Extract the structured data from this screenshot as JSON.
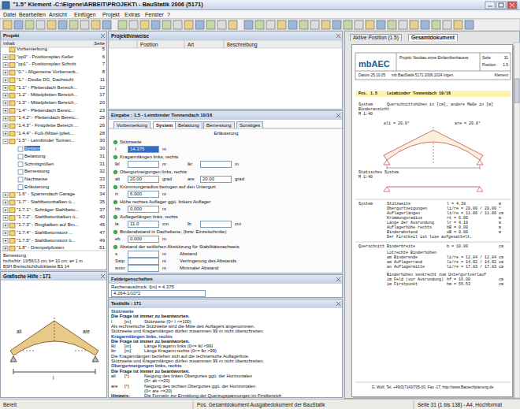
{
  "diagram": {
    "nodes": [
      {
        "text": [
          "\"1.5\" Klement -C:\\Eigene\\ARBEIT\\PROJEKT\\ - BauStatik 2006 (5171)"
        ]
      },
      {
        "text": [
          "Datei",
          "Bearbeiten",
          "Ansicht",
          "Einfügen",
          "Projekt",
          "Extras",
          "Fenster",
          "?"
        ]
      },
      {
        "text": [
          "Projekt",
          "Inhalt",
          "Seite",
          "Vorbemerkung",
          "5",
          "\"pp0\" - Positionsplan Keller",
          "6",
          "\"pp1\" - Positionsplan Schnitt",
          "7",
          "\"0.\" - Allgemeine Vorbemerk...",
          "8",
          "\"1.\" - Decke DG, Dachstuhl",
          "11",
          "\"1.1\" - Pfettendach Bereich...",
          "12",
          "\"1.2\" - Mittelpfetten Bereich...",
          "17",
          "\"1.3\" - Mittelpfetten Bereich...",
          "20",
          "\"1.4\" - Pfettendach Bereic...",
          "23",
          "\"1.4.2\" - Pfettendach Bereic...",
          "25",
          "\"1.4.3\" - Firstpfette Bereich ...",
          "26",
          "\"1.4.4\" - Fuß-(Mittel-)pfett...",
          "28",
          "\"1.5\" - Leimbinder Tonnen...",
          "30",
          "System",
          "30",
          "Belastung",
          "31",
          "Schnittgrößen",
          "31",
          "Bemessung",
          "32",
          "Nachweise",
          "33",
          "Erläuterung",
          "33",
          "\"1.6\" - Sparrendach Garage",
          "34",
          "\"1.7\" - Stahlbetonbalken ü...",
          "35",
          "\"1.7.1\" - Schräger Stahlbeto...",
          "37",
          "\"1.7.2\" - Stahlbetonbalken ü...",
          "40",
          "\"1.7.3\" - Ringbalken auf Bm...",
          "45",
          "\"1.7.4\" - Stahlbetonsturz ...",
          "47",
          "\"1.7.5\" - Stahlbetonsturz ü...",
          "49",
          "\"1.8\" - Drempelpfosten",
          "51",
          "Bemessung :",
          "hx/hs/hlz: 13/56/13 cm; b= 10 cm; a= 1 m",
          "BSH Brettschichtholzklasse BS 14"
        ]
      },
      {
        "text": [
          "Projekthinweise",
          "Position",
          "Art",
          "Beschreibung"
        ]
      },
      {
        "text": [
          "Eingabe : 1.5 - Leimbinder Tonnendach 10/16",
          "Vorbemerkung",
          "System",
          "Belastung",
          "Bemessung",
          "Sonstiges",
          "Erläuterung",
          "Stützweite",
          "l",
          "14.375",
          "m",
          "Kragarmlängen links, rechts",
          "lkl",
          "m",
          "lkr",
          "m",
          "Obergurtneigungen links, rechts",
          "ali",
          "20.00",
          "grad",
          "are",
          "20.00",
          "grad",
          "Krümmungsradius bezogen auf den Untergurt",
          "rt",
          "6.000",
          "m",
          "Höhe rechtes Auflager ggü. linkem Auflager",
          "hb",
          "0.000",
          "m",
          "Auflagerlängen links, rechts",
          "la",
          "11.0",
          "cm",
          "lb",
          "cm",
          "Binderabstand in Dachebene, (bzw. Einzelschnitte)",
          "eb",
          "0.000",
          "m",
          "Abstand der seitlichen Abstützung für Stabilitätsnachweis",
          "s",
          "m",
          "Abstand",
          "Sstp",
          "m",
          "Verringerung des Abstands",
          "smin",
          "m",
          "Minimaler Abstand"
        ]
      },
      {
        "text": [
          "Feldeigenschaften",
          "Rechenausdruck: l[m] = 4.375",
          "4.264-1/10*2"
        ]
      },
      {
        "text": [
          "Texthilfe : 171",
          "Stützweite",
          "Die Frage ist immer zu beantworten.",
          "l",
          "[m]",
          "Stützweite (0< l <=100)",
          "Als rechnerische Stützweite wird die Mitte des Auflagers angenommen.",
          "Stützweite und Kragarmlängen dürfen zusammen 99 m nicht überschreiten.",
          "Kragarmlängen links, rechts",
          "Die Frage ist immer zu beantworten.",
          "lkl",
          "[m]",
          "Länge Kragarm links (0<= lkl <99)",
          "lkr",
          "[m]",
          "Länge Kragarm rechts (0<= lkr <99)",
          "Die Kragarmlängen beziehen sich auf die rechnerische Auflagerlinie.",
          "Stützweite und Kragarmlängen dürfen zusammen 99 m nicht überschreiten.",
          "Obergurtneigungen links, rechts",
          "Die Frage ist immer zu beantworten.",
          "ali",
          "[°]",
          "Neigung des linken Obergurtes ggü. der Horizontalen",
          "(0< ali <=20)",
          "are",
          "[°]",
          "Neigung des rechten Obergurtes ggü. der Horizontalen",
          "(0< are <=20)",
          "Hinweis:",
          "Die Formeln zur Ermittlung der Querzugspannungen im Firstbereich"
        ]
      },
      {
        "text": [
          "Grafische Hilfe : 171",
          "ali",
          "are",
          "l"
        ]
      },
      {
        "text": [
          "Aktive Position (1.5)",
          "Gesamtdokument"
        ]
      },
      {
        "text": [
          "mbAEC",
          "Projekt: Neubau eines Einfamilienhauses",
          "Seite",
          "31",
          "Position",
          "1.5",
          "Datum 25.10.05",
          "mb BauStatik 5171 2006.1024 Ingen.",
          "Klement",
          "Pos. 1.5",
          "Leimbinder Tonnendach 10/16",
          "System",
          "Querschnittshöhen in [cm], andere Maße in [m]",
          "Binderansicht",
          "M 1:40",
          "ali = 20.0°",
          "are = 20.0°",
          "Statisches System",
          "M 1:40",
          "System",
          "Stützweite",
          "l = 4.38",
          "m",
          "Obergurtneigungen",
          "li/re = 20.00 / 20.00",
          "°",
          "Auflagerlängen",
          "li/re = 11.00 / 11.00",
          "cm",
          "Krümmungsradius",
          "rt = 6.00",
          "m",
          "Länge der Ausrundung",
          "lr = 4.10",
          "m",
          "Auflagerhöhe rechts",
          "hB = 0.00",
          "m",
          "Binderabstand",
          "eB = 0.00",
          "m",
          "Der Firstkeil ist lose aufgesattelt.",
          "Querschnitt",
          "Binderbreite",
          "b = 10.00",
          "cm",
          "Lotrechte Binderhöhen",
          "am Binderende",
          "li/re = 12.84 / 12.84",
          "cm",
          "am Auflagerrand",
          "li/re = 14.92 / 14.92",
          "cm",
          "an Auflagermitte",
          "li/re = 17.83 / 17.83",
          "cm",
          "Binderhöhen senkrecht zum Untergurtverlauf",
          "im Feld (vor Ausrundung)",
          "hf = 16.00",
          "cm",
          "im Firstpunkt",
          "hm = 55.53",
          "cm",
          "G. Wolf, Tel. +49(0)7143/705-00, Fax -17, http://www.Bautechplanung.de"
        ],
        "in": 8
      },
      {
        "text": [
          "Bereit",
          "Pos. Gesamtdokument Ausgabedokument der BauStatik",
          "Seite 31 (1 bis 138) - A4, Hochformat"
        ]
      }
    ]
  }
}
